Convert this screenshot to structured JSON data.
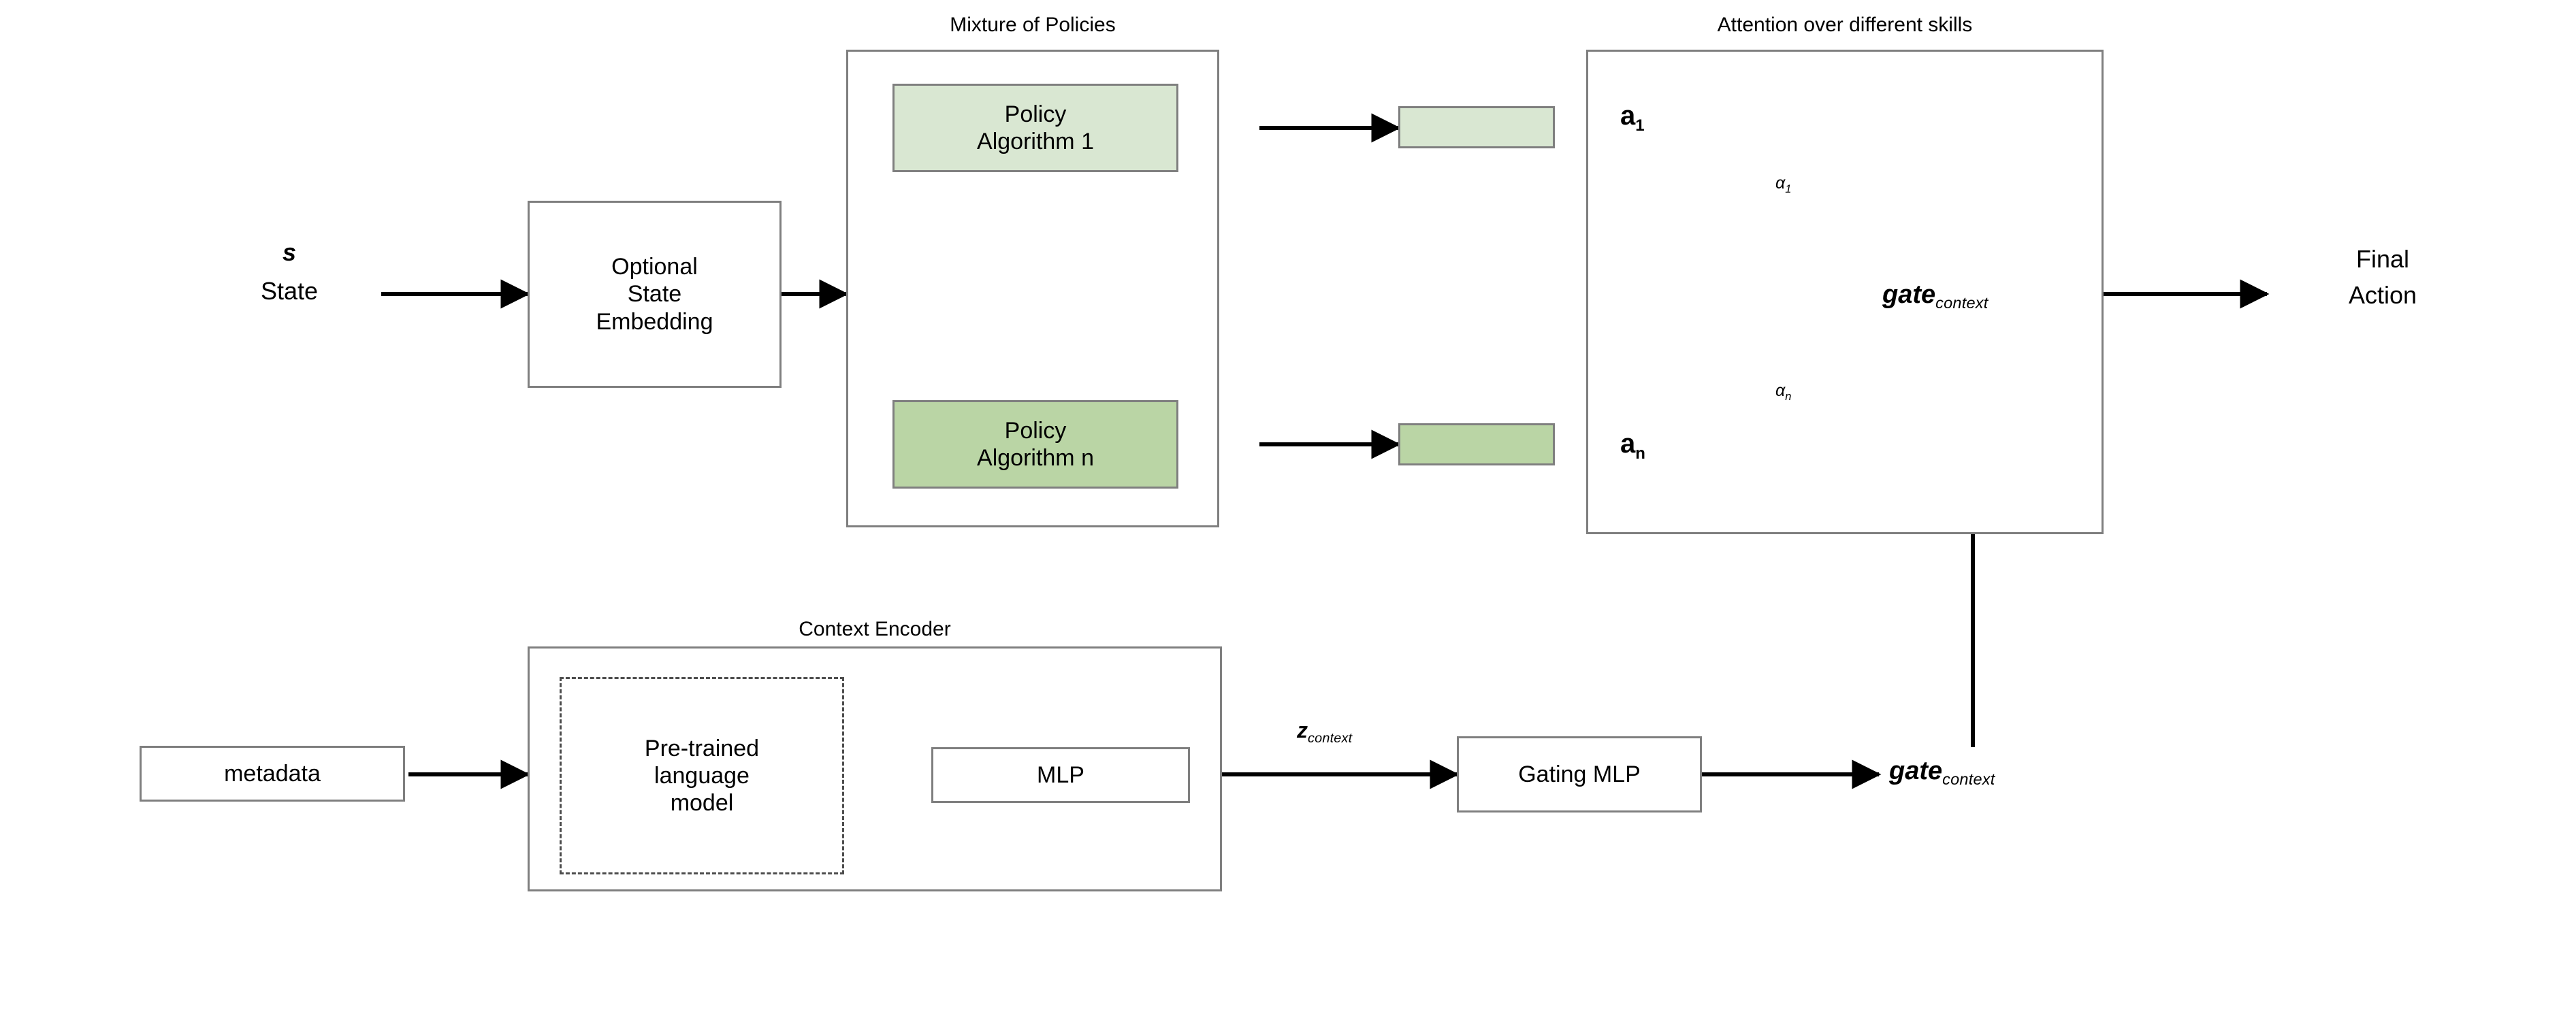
{
  "figure": {
    "background": "#ffffff",
    "stroke": "#000000",
    "panel_border": "#7f7f7f",
    "green_light": "#d9e7d2",
    "green_dark": "#bad5a5"
  },
  "captions": {
    "mixture_of_policies": "Mixture of Policies",
    "attention_over_skills": "Attention over different skills",
    "context_encoder": "Context Encoder"
  },
  "state_input": {
    "symbol": "s",
    "label": "State"
  },
  "state_embedding": {
    "line1": "Optional",
    "line2": "State",
    "line3": "Embedding"
  },
  "policies": [
    {
      "line1": "Policy",
      "line2": "Algorithm 1",
      "fill": "#d9e7d2"
    },
    {
      "line1": "Policy",
      "line2": "Algorithm n",
      "fill": "#bad5a5"
    }
  ],
  "action_bars": [
    {
      "fill": "#d9e7d2"
    },
    {
      "fill": "#bad5a5"
    }
  ],
  "attention": {
    "nodes": [
      {
        "base": "a",
        "sub": "1"
      },
      {
        "base": "a",
        "sub": "n"
      }
    ],
    "weights": [
      {
        "base": "α",
        "sub": "1"
      },
      {
        "base": "α",
        "sub": "n"
      }
    ],
    "gate": {
      "base": "gate",
      "sub": "context"
    }
  },
  "output": {
    "line1": "Final",
    "line2": "Action"
  },
  "context_encoder": {
    "metadata_label": "metadata",
    "language_model": {
      "line1": "Pre-trained",
      "line2": "language",
      "line3": "model"
    },
    "mlp_label": "MLP"
  },
  "gating": {
    "z_context": {
      "base": "z",
      "sub": "context"
    },
    "gating_mlp_label": "Gating MLP",
    "gate_context": {
      "base": "gate",
      "sub": "context"
    }
  }
}
